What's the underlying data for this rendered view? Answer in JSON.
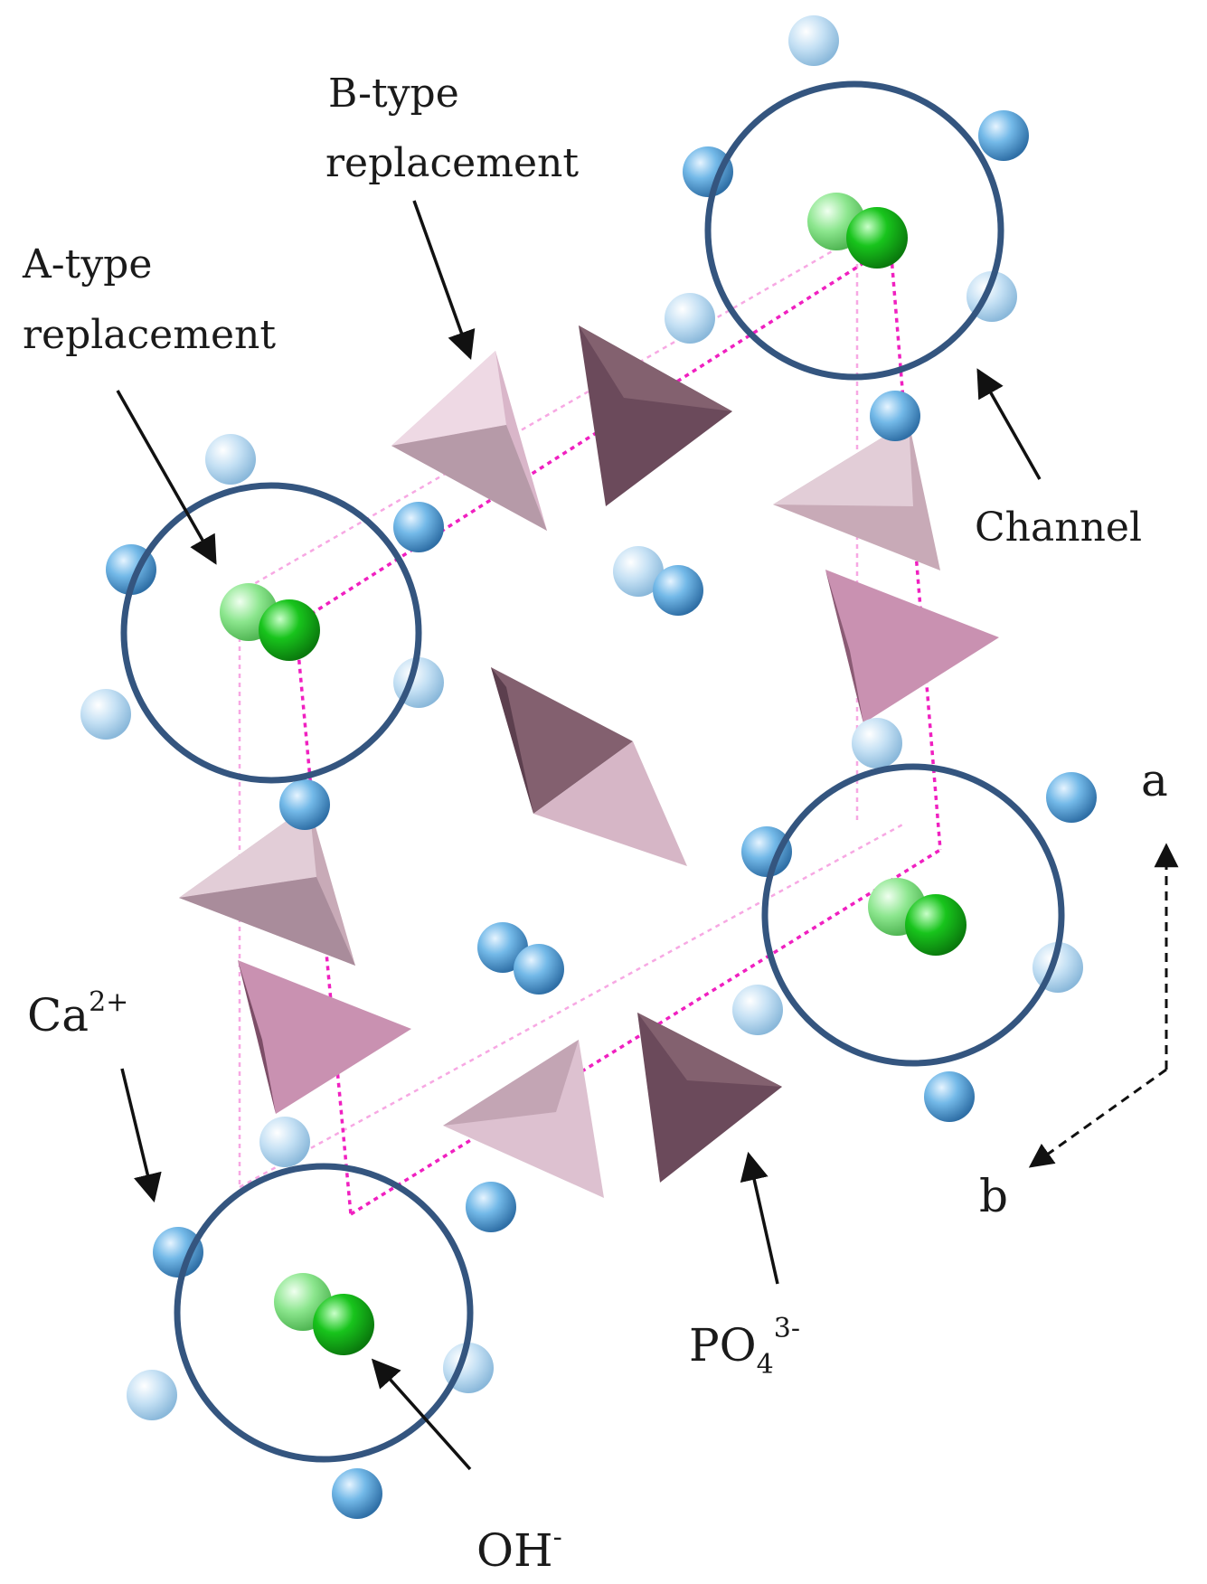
{
  "labels": {
    "b_type_line1": "B-type",
    "b_type_line2": "replacement",
    "a_type_line1": "A-type",
    "a_type_line2": "replacement",
    "channel": "Channel",
    "calcium": "Ca",
    "calcium_charge": "2+",
    "hydroxide": "OH",
    "hydroxide_charge": "-",
    "phosphate": "PO",
    "phosphate_subscript": "4",
    "phosphate_charge": "3-",
    "axis_a": "a",
    "axis_b": "b"
  },
  "colors": {
    "calcium_ion": "#6fb4e3",
    "hydroxide_ion": "#17c21b",
    "phosphate_light": "#d9b6c9",
    "phosphate_dark": "#6b4a5b",
    "channel_ring": "#34557f",
    "unit_cell": "#f020c0"
  }
}
